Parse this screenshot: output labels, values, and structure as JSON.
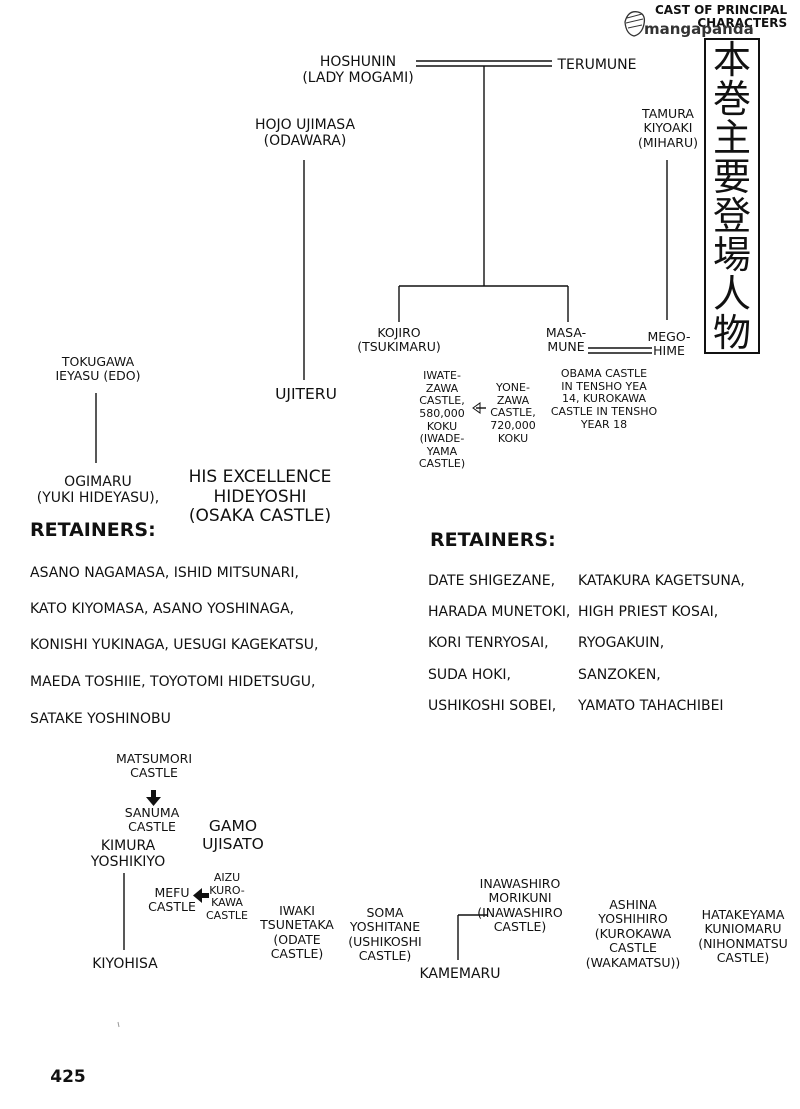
{
  "header": {
    "cast_label": "CAST OF PRINCIPAL",
    "cast_label_2": "CHARACTERS",
    "watermark": "mangapanda"
  },
  "vertical_title": [
    "本",
    "巻",
    "主",
    "要",
    "登",
    "場",
    "人",
    "物"
  ],
  "nodes": {
    "hoshunin": "HOSHUNIN\n(LADY MOGAMI)",
    "terumune": "TERUMUNE",
    "hojo": "HOJO UJIMASA\n(ODAWARA)",
    "tamura": "TAMURA\nKIYOAKI\n(MIHARU)",
    "kojiro": "KOJIRO\n(TSUKIMARU)",
    "masamune": "MASA-\nMUNE",
    "megohime": "MEGO-\nHIME",
    "tokugawa": "TOKUGAWA\nIEYASU (EDO)",
    "ujiteru": "UJITERU",
    "iwatezawa": "IWATE-\nZAWA\nCASTLE,\n580,000\nKOKU\n(IWADE-\nYAMA\nCASTLE)",
    "yonezawa": "YONE-\nZAWA\nCASTLE,\n720,000\nKOKU",
    "obama": "OBAMA CASTLE\nIN TENSHO YEA\n14, KUROKAWA\nCASTLE IN TENSHO\nYEAR 18",
    "ogimaru": "OGIMARU\n(YUKI HIDEYASU),",
    "hideyoshi": "HIS EXCELLENCE\nHIDEYOSHI\n(OSAKA CASTLE)",
    "matsumori": "MATSUMORI\nCASTLE",
    "sanuma": "SANUMA\nCASTLE",
    "gamo": "GAMO\nUJISATO",
    "kimura": "KIMURA\nYOSHIKIYO",
    "aizu": "AIZU\nKURO-\nKAWA\nCASTLE",
    "mefu": "MEFU\nCASTLE",
    "kiyohisa": "KIYOHISA",
    "iwaki": "IWAKI\nTSUNETAKA\n(ODATE\nCASTLE)",
    "soma": "SOMA\nYOSHITANE\n(USHIKOSHI\nCASTLE)",
    "inawashiro": "INAWASHIRO\nMORIKUNI\n(INAWASHIRO\nCASTLE)",
    "kamemaru": "KAMEMARU",
    "ashina": "ASHINA\nYOSHIHIRO\n(KUROKAWA\nCASTLE\n(WAKAMATSU))",
    "hatakeyama": "HATAKEYAMA\nKUNIOMARU\n(NIHONMATSU\nCASTLE)"
  },
  "retainers_left": {
    "heading": "RETAINERS:",
    "lines": [
      "ASANO NAGAMASA, ISHID MITSUNARI,",
      "KATO KIYOMASA,  ASANO YOSHINAGA,",
      "KONISHI YUKINAGA, UESUGI KAGEKATSU,",
      "MAEDA TOSHIIE, TOYOTOMI HIDETSUGU,",
      "SATAKE  YOSHINOBU"
    ]
  },
  "retainers_right": {
    "heading": "RETAINERS:",
    "lines": [
      [
        "DATE SHIGEZANE,",
        "KATAKURA KAGETSUNA,"
      ],
      [
        "HARADA MUNETOKI,",
        "HIGH PRIEST KOSAI,"
      ],
      [
        "KORI TENRYOSAI,",
        "RYOGAKUIN,"
      ],
      [
        "SUDA HOKI,",
        "SANZOKEN,"
      ],
      [
        "USHIKOSHI SOBEI,",
        "YAMATO TAHACHIBEI"
      ]
    ]
  },
  "page_number": "425"
}
